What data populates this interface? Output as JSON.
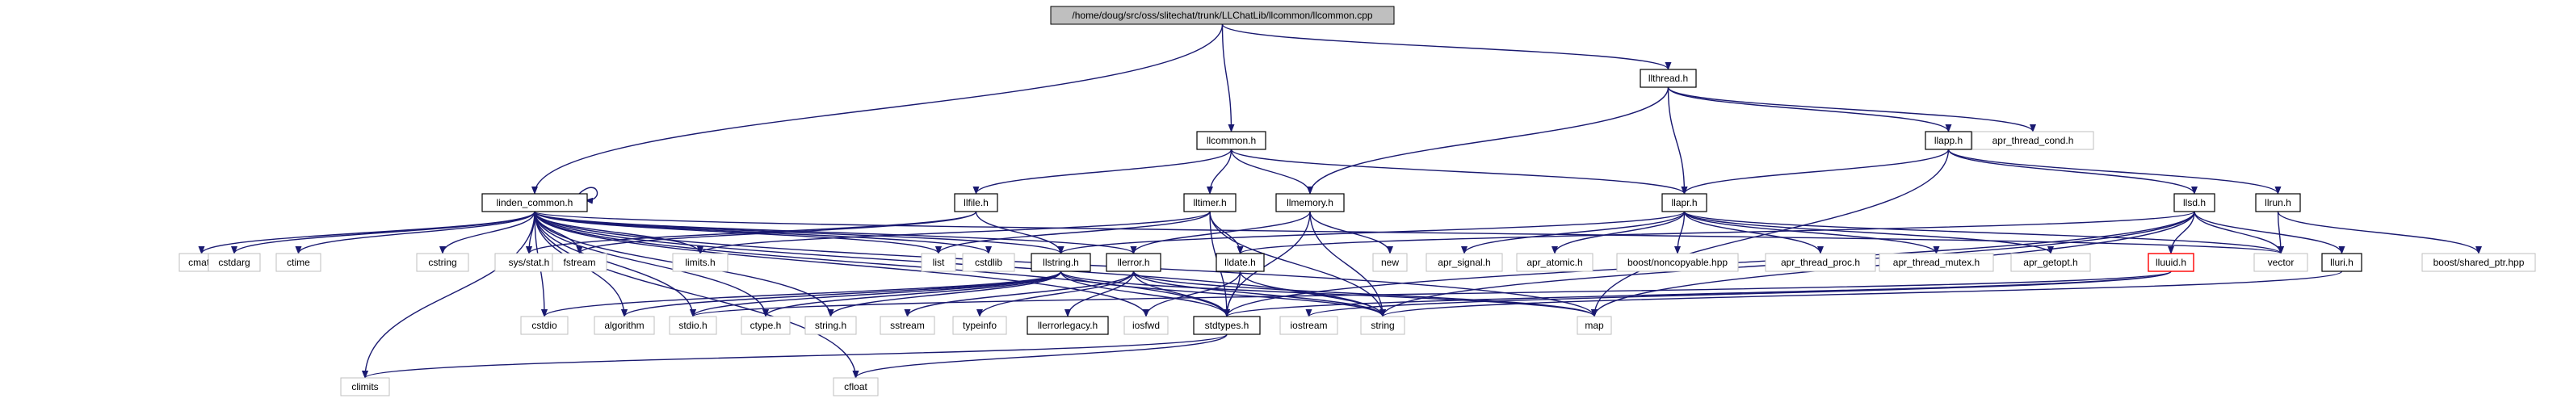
{
  "graph": {
    "nodes": [
      {
        "id": "root",
        "label": "/home/doug/src/oss/slitechat/trunk/LLChatLib/llcommon/llcommon.cpp",
        "style": "root"
      },
      {
        "id": "llthread",
        "label": "llthread.h",
        "style": "doc"
      },
      {
        "id": "llcommon",
        "label": "llcommon.h",
        "style": "doc"
      },
      {
        "id": "llapp",
        "label": "llapp.h",
        "style": "doc"
      },
      {
        "id": "apr_thread_cond",
        "label": "apr_thread_cond.h",
        "style": "sys"
      },
      {
        "id": "linden_common",
        "label": "linden_common.h",
        "style": "doc"
      },
      {
        "id": "llfile",
        "label": "llfile.h",
        "style": "doc"
      },
      {
        "id": "lltimer",
        "label": "lltimer.h",
        "style": "doc"
      },
      {
        "id": "llmemory",
        "label": "llmemory.h",
        "style": "doc"
      },
      {
        "id": "llapr",
        "label": "llapr.h",
        "style": "doc"
      },
      {
        "id": "llsd",
        "label": "llsd.h",
        "style": "doc"
      },
      {
        "id": "llrun",
        "label": "llrun.h",
        "style": "doc"
      },
      {
        "id": "cmath",
        "label": "cmath",
        "style": "sys"
      },
      {
        "id": "cstdarg",
        "label": "cstdarg",
        "style": "sys"
      },
      {
        "id": "ctime",
        "label": "ctime",
        "style": "sys"
      },
      {
        "id": "climits",
        "label": "climits",
        "style": "sys"
      },
      {
        "id": "cstring",
        "label": "cstring",
        "style": "sys"
      },
      {
        "id": "sys_stat",
        "label": "sys/stat.h",
        "style": "sys"
      },
      {
        "id": "fstream",
        "label": "fstream",
        "style": "sys"
      },
      {
        "id": "limits",
        "label": "limits.h",
        "style": "sys"
      },
      {
        "id": "list",
        "label": "list",
        "style": "sys"
      },
      {
        "id": "cstdlib",
        "label": "cstdlib",
        "style": "sys"
      },
      {
        "id": "llstring",
        "label": "llstring.h",
        "style": "doc"
      },
      {
        "id": "llerror",
        "label": "llerror.h",
        "style": "doc"
      },
      {
        "id": "lldate",
        "label": "lldate.h",
        "style": "doc"
      },
      {
        "id": "new",
        "label": "new",
        "style": "sys"
      },
      {
        "id": "apr_signal",
        "label": "apr_signal.h",
        "style": "sys"
      },
      {
        "id": "apr_atomic",
        "label": "apr_atomic.h",
        "style": "sys"
      },
      {
        "id": "boost_noncopyable",
        "label": "boost/noncopyable.hpp",
        "style": "sys"
      },
      {
        "id": "apr_thread_proc",
        "label": "apr_thread_proc.h",
        "style": "sys"
      },
      {
        "id": "apr_thread_mutex",
        "label": "apr_thread_mutex.h",
        "style": "sys"
      },
      {
        "id": "apr_getopt",
        "label": "apr_getopt.h",
        "style": "sys"
      },
      {
        "id": "lluuid",
        "label": "lluuid.h",
        "style": "red"
      },
      {
        "id": "vector",
        "label": "vector",
        "style": "sys"
      },
      {
        "id": "lluri",
        "label": "lluri.h",
        "style": "doc"
      },
      {
        "id": "boost_shared_ptr",
        "label": "boost/shared_ptr.hpp",
        "style": "sys"
      },
      {
        "id": "cstdio",
        "label": "cstdio",
        "style": "sys"
      },
      {
        "id": "algorithm",
        "label": "algorithm",
        "style": "sys"
      },
      {
        "id": "stdio",
        "label": "stdio.h",
        "style": "sys"
      },
      {
        "id": "ctype",
        "label": "ctype.h",
        "style": "sys"
      },
      {
        "id": "string_h",
        "label": "string.h",
        "style": "sys"
      },
      {
        "id": "sstream",
        "label": "sstream",
        "style": "sys"
      },
      {
        "id": "typeinfo",
        "label": "typeinfo",
        "style": "sys"
      },
      {
        "id": "llerrorlegacy",
        "label": "llerrorlegacy.h",
        "style": "doc"
      },
      {
        "id": "iosfwd",
        "label": "iosfwd",
        "style": "sys"
      },
      {
        "id": "stdtypes",
        "label": "stdtypes.h",
        "style": "doc"
      },
      {
        "id": "iostream",
        "label": "iostream",
        "style": "sys"
      },
      {
        "id": "string",
        "label": "string",
        "style": "sys"
      },
      {
        "id": "map",
        "label": "map",
        "style": "sys"
      },
      {
        "id": "cfloat",
        "label": "cfloat",
        "style": "sys"
      }
    ],
    "edges": [
      [
        "root",
        "llthread"
      ],
      [
        "root",
        "llcommon"
      ],
      [
        "root",
        "linden_common"
      ],
      [
        "llthread",
        "llapp"
      ],
      [
        "llthread",
        "apr_thread_cond"
      ],
      [
        "llthread",
        "llapr"
      ],
      [
        "llthread",
        "llmemory"
      ],
      [
        "llcommon",
        "llfile"
      ],
      [
        "llcommon",
        "lltimer"
      ],
      [
        "llcommon",
        "llmemory"
      ],
      [
        "llcommon",
        "llapr"
      ],
      [
        "llapp",
        "llapr"
      ],
      [
        "llapp",
        "llsd"
      ],
      [
        "llapp",
        "llrun"
      ],
      [
        "llapp",
        "map"
      ],
      [
        "linden_common",
        "linden_common"
      ],
      [
        "linden_common",
        "cmath"
      ],
      [
        "linden_common",
        "cstdarg"
      ],
      [
        "linden_common",
        "ctime"
      ],
      [
        "linden_common",
        "cstring"
      ],
      [
        "linden_common",
        "sys_stat"
      ],
      [
        "linden_common",
        "fstream"
      ],
      [
        "linden_common",
        "limits"
      ],
      [
        "linden_common",
        "list"
      ],
      [
        "linden_common",
        "cstdlib"
      ],
      [
        "linden_common",
        "llstring"
      ],
      [
        "linden_common",
        "llerror"
      ],
      [
        "linden_common",
        "stdtypes"
      ],
      [
        "linden_common",
        "cstdio"
      ],
      [
        "linden_common",
        "algorithm"
      ],
      [
        "linden_common",
        "stdio"
      ],
      [
        "linden_common",
        "ctype"
      ],
      [
        "linden_common",
        "string_h"
      ],
      [
        "linden_common",
        "string"
      ],
      [
        "linden_common",
        "map"
      ],
      [
        "linden_common",
        "iosfwd"
      ],
      [
        "linden_common",
        "vector"
      ],
      [
        "linden_common",
        "climits"
      ],
      [
        "linden_common",
        "cfloat"
      ],
      [
        "llfile",
        "sys_stat"
      ],
      [
        "llfile",
        "fstream"
      ],
      [
        "llfile",
        "llstring"
      ],
      [
        "lltimer",
        "limits"
      ],
      [
        "lltimer",
        "list"
      ],
      [
        "lltimer",
        "stdtypes"
      ],
      [
        "lltimer",
        "lldate"
      ],
      [
        "lltimer",
        "string"
      ],
      [
        "llmemory",
        "llerror"
      ],
      [
        "llmemory",
        "new"
      ],
      [
        "llmemory",
        "stdtypes"
      ],
      [
        "llmemory",
        "string"
      ],
      [
        "llapr",
        "llstring"
      ],
      [
        "llapr",
        "apr_signal"
      ],
      [
        "llapr",
        "apr_atomic"
      ],
      [
        "llapr",
        "boost_noncopyable"
      ],
      [
        "llapr",
        "apr_thread_proc"
      ],
      [
        "llapr",
        "apr_thread_mutex"
      ],
      [
        "llapr",
        "apr_getopt"
      ],
      [
        "llapr",
        "vector"
      ],
      [
        "llsd",
        "lldate"
      ],
      [
        "llsd",
        "lluuid"
      ],
      [
        "llsd",
        "vector"
      ],
      [
        "llsd",
        "lluri"
      ],
      [
        "llsd",
        "map"
      ],
      [
        "llsd",
        "string"
      ],
      [
        "llsd",
        "stdtypes"
      ],
      [
        "llrun",
        "vector"
      ],
      [
        "llrun",
        "boost_shared_ptr"
      ],
      [
        "llstring",
        "cstdio"
      ],
      [
        "llstring",
        "algorithm"
      ],
      [
        "llstring",
        "stdio"
      ],
      [
        "llstring",
        "ctype"
      ],
      [
        "llstring",
        "string_h"
      ],
      [
        "llstring",
        "map"
      ],
      [
        "llstring",
        "stdtypes"
      ],
      [
        "llstring",
        "string"
      ],
      [
        "llerror",
        "sstream"
      ],
      [
        "llerror",
        "typeinfo"
      ],
      [
        "llerror",
        "llerrorlegacy"
      ],
      [
        "llerror",
        "stdtypes"
      ],
      [
        "llerror",
        "map"
      ],
      [
        "llerror",
        "string"
      ],
      [
        "lldate",
        "iosfwd"
      ],
      [
        "lldate",
        "stdtypes"
      ],
      [
        "lldate",
        "string"
      ],
      [
        "lluuid",
        "iostream"
      ],
      [
        "lluuid",
        "stdio"
      ],
      [
        "lluuid",
        "stdtypes"
      ],
      [
        "lluri",
        "string"
      ],
      [
        "stdtypes",
        "climits"
      ],
      [
        "stdtypes",
        "cfloat"
      ]
    ]
  }
}
